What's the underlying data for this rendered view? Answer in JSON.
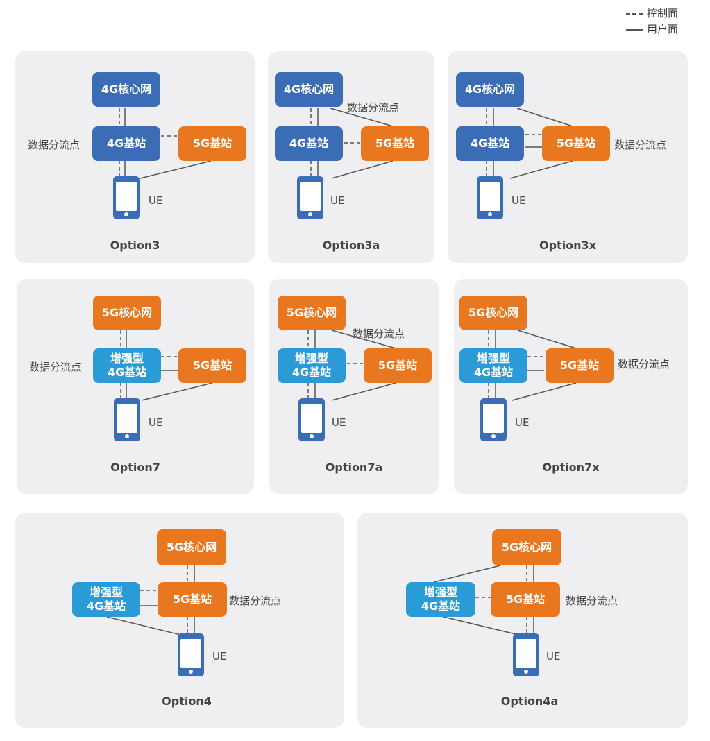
{
  "legend": {
    "control_plane": "控制面",
    "user_plane": "用户面"
  },
  "labels": {
    "core_4g": "4G核心网",
    "core_5g": "5G核心网",
    "enb_4g": "4G基站",
    "gnb_5g": "5G基站",
    "enh_line1": "增强型",
    "enh_line2": "4G基站",
    "ue": "UE",
    "split_point": "数据分流点"
  },
  "panels": [
    {
      "caption": "Option3"
    },
    {
      "caption": "Option3a"
    },
    {
      "caption": "Option3x"
    },
    {
      "caption": "Option7"
    },
    {
      "caption": "Option7a"
    },
    {
      "caption": "Option7x"
    },
    {
      "caption": "Option4"
    },
    {
      "caption": "Option4a"
    }
  ],
  "colors": {
    "blue": "#3a6db5",
    "light_blue": "#2a9bd6",
    "orange": "#e8771f",
    "panel_bg": "#efeff1"
  }
}
